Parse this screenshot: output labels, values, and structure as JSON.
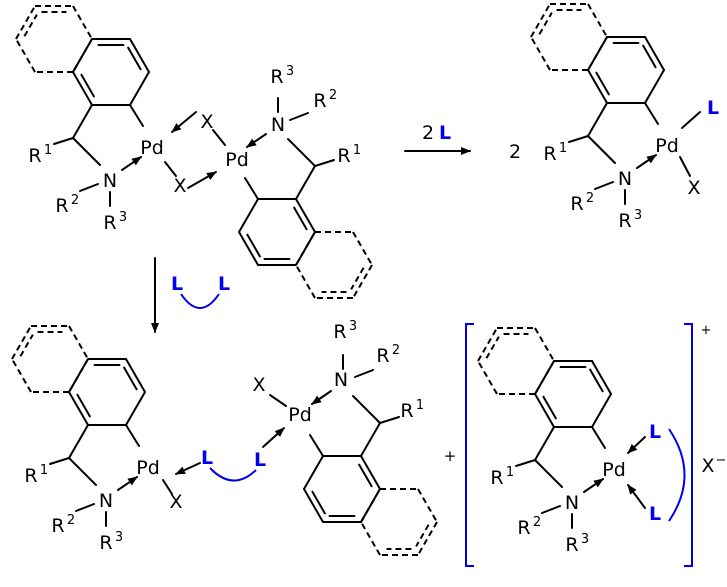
{
  "labels": {
    "pd": "Pd",
    "n": "N",
    "r": "R",
    "x": "X",
    "l": "L",
    "one": "1",
    "two": "2",
    "three": "3",
    "plus": "+",
    "minus": "−"
  },
  "reaction": {
    "top_arrow_coefficient": "2",
    "top_arrow_ligand": "L",
    "product_coefficient": "2",
    "plus_sign": "+",
    "charge": "+",
    "counterion": "X",
    "counterion_charge": "−"
  },
  "colors": {
    "ligand": "#0000ee",
    "bond": "#000000"
  }
}
